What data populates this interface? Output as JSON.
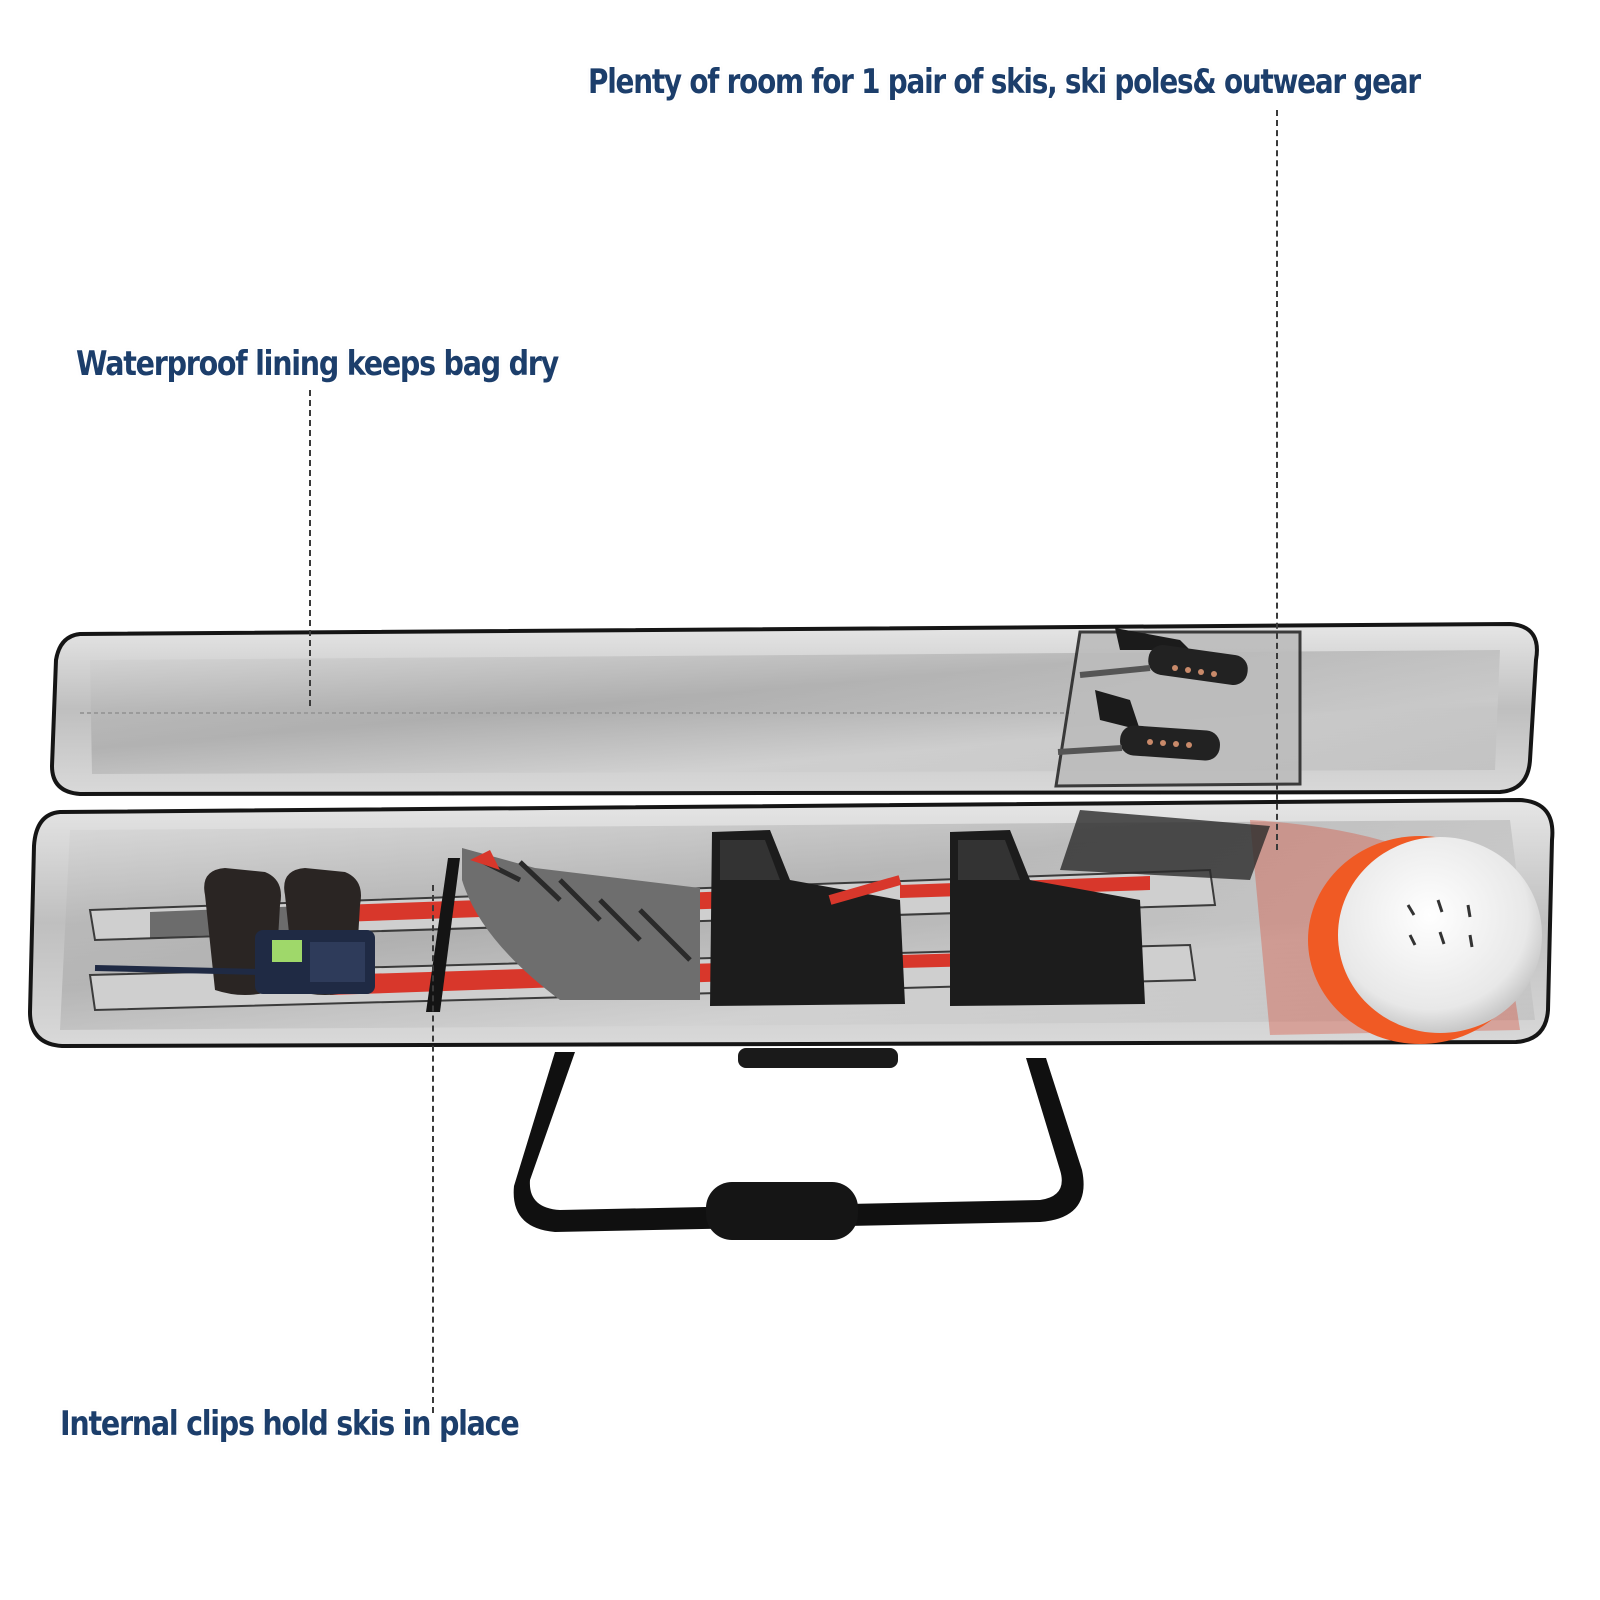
{
  "callouts": {
    "top": "Plenty of room for 1 pair of skis, ski poles& outwear gear",
    "left": "Waterproof lining keeps bag dry",
    "bottom": "Internal clips hold skis in place"
  },
  "colors": {
    "label_text": "#1c3e6b",
    "bag_lining": "#c9c9c9",
    "bag_edge": "#1a1a1a",
    "ski_red": "#d8372b",
    "helmet_orange": "#f05a24"
  }
}
